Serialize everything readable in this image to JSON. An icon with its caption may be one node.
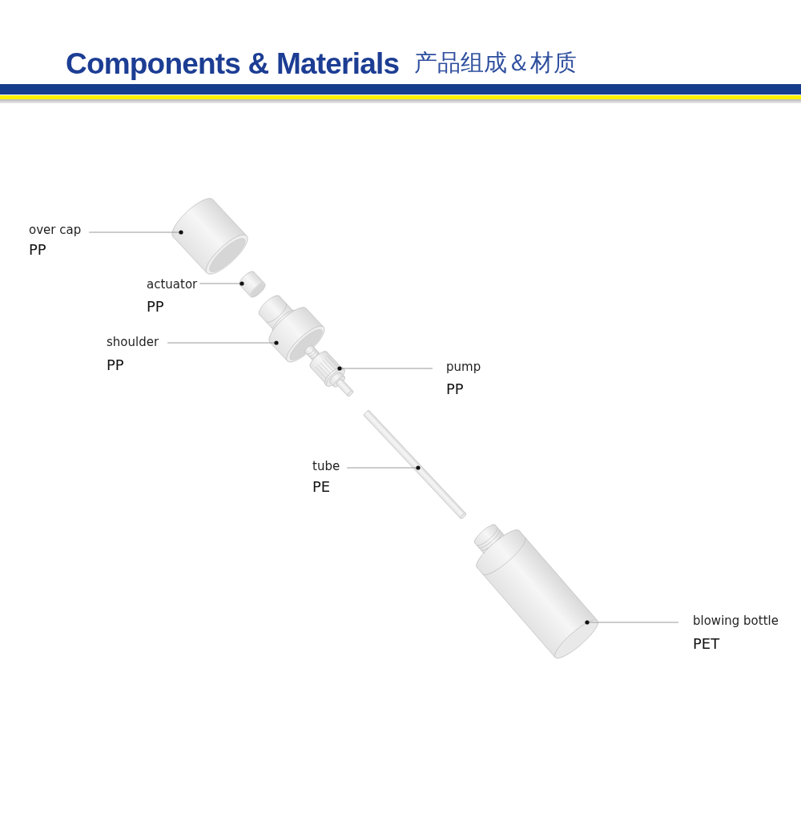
{
  "diagram": {
    "title": "Components & Materials",
    "nodes": [
      {
        "text": [
          "over cap",
          "PP"
        ]
      },
      {
        "text": [],
        "shape": "picture"
      },
      {
        "text": [
          "actuator",
          "PP"
        ]
      },
      {
        "text": [],
        "shape": "picture"
      },
      {
        "text": [
          "shoulder",
          "PP"
        ]
      },
      {
        "text": [],
        "shape": "picture"
      },
      {
        "text": [
          "pump",
          "PP"
        ]
      },
      {
        "text": [],
        "shape": "picture"
      },
      {
        "text": [
          "tube",
          "PE"
        ]
      },
      {
        "text": [],
        "shape": "picture"
      },
      {
        "text": [
          "blowing bottle",
          "PET"
        ]
      },
      {
        "text": [],
        "shape": "picture"
      }
    ],
    "edges": [
      {
        "from": 0,
        "to": 1,
        "arrow": "other"
      },
      {
        "from": 2,
        "to": 3,
        "arrow": "other"
      },
      {
        "from": 4,
        "to": 5,
        "arrow": "other"
      },
      {
        "from": 6,
        "to": 7,
        "arrow": "other"
      },
      {
        "from": 8,
        "to": 9,
        "arrow": "other"
      },
      {
        "from": 10,
        "to": 11,
        "arrow": "other"
      }
    ],
    "labels": [
      "产品组成＆材质"
    ]
  }
}
